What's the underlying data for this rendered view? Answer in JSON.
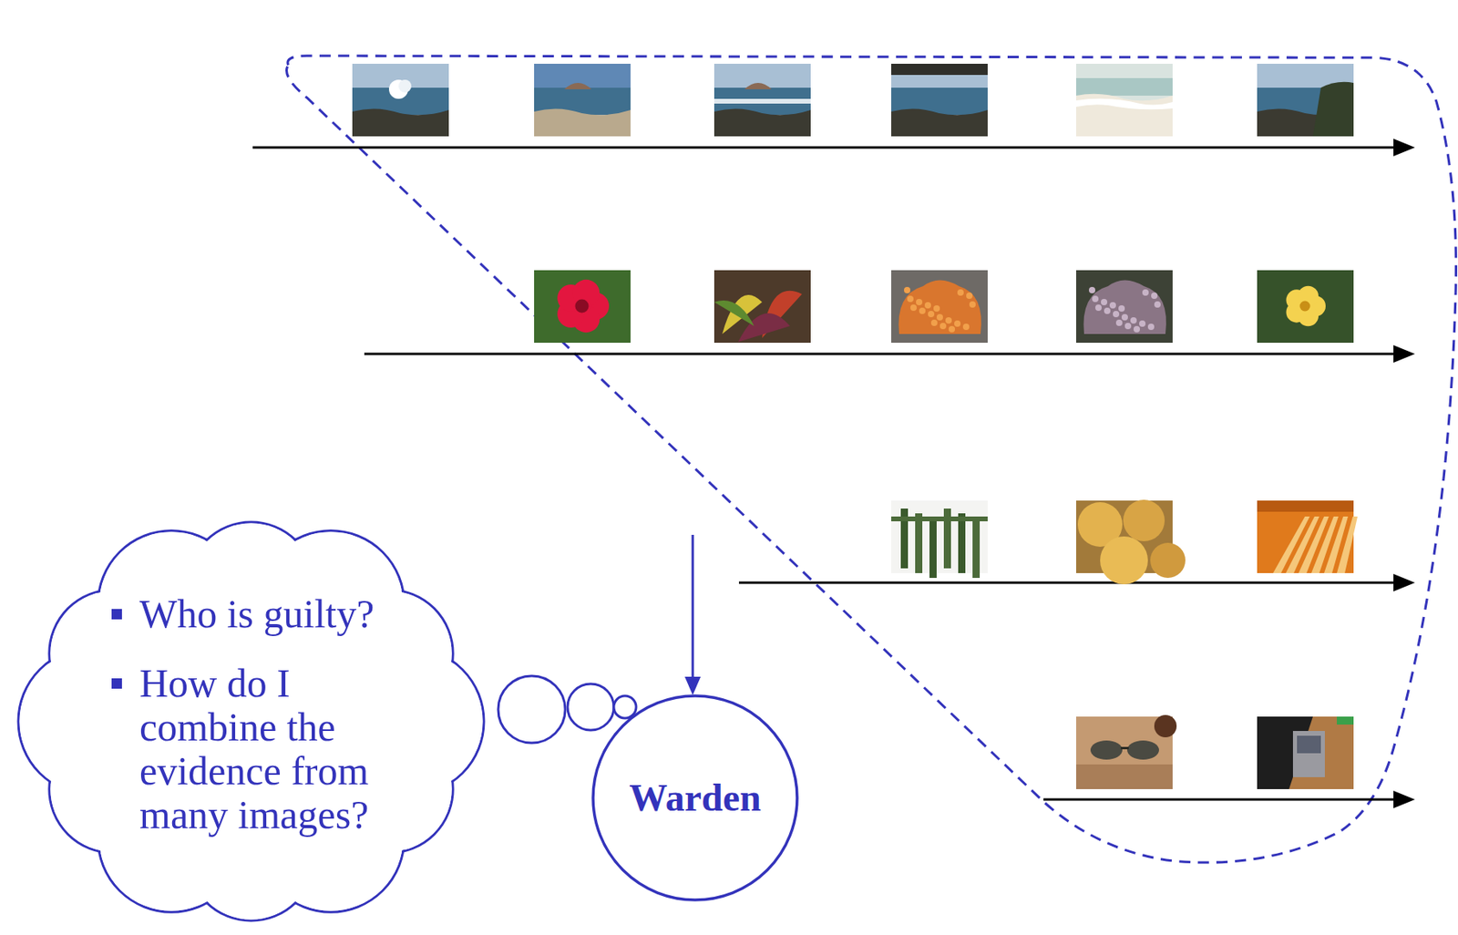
{
  "diagram": {
    "nodes": [
      {
        "text": [
          "Who is guilty?",
          "How do I combine the evidence from many images?"
        ]
      },
      {
        "text": [
          "Warden"
        ]
      }
    ]
  }
}
